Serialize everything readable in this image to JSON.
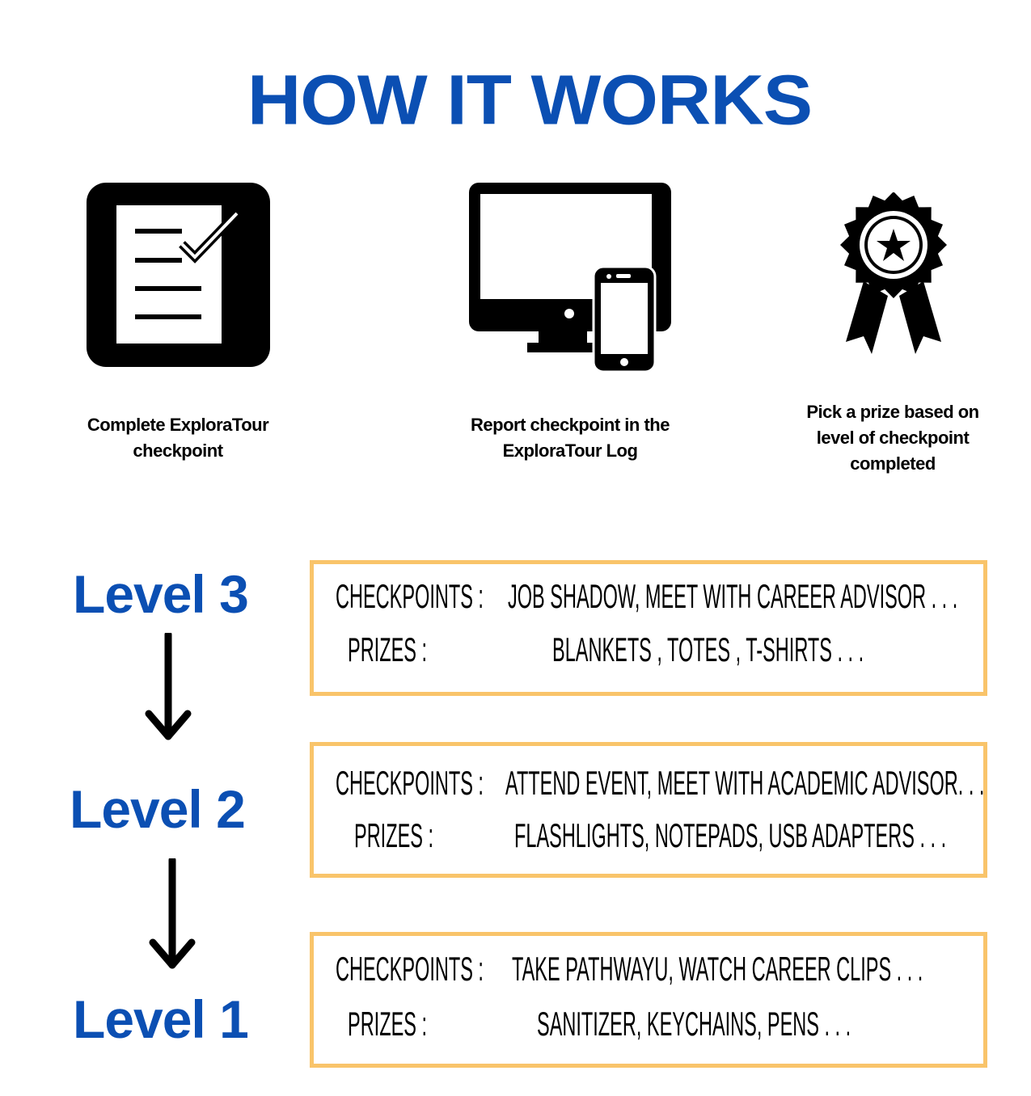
{
  "title": "HOW IT WORKS",
  "steps": [
    {
      "icon": "checklist-icon",
      "caption_lines": [
        "Complete ExploraTour",
        "checkpoint"
      ]
    },
    {
      "icon": "devices-icon",
      "caption_lines": [
        "Report checkpoint in the",
        "ExploraTour Log"
      ]
    },
    {
      "icon": "award-ribbon-icon",
      "caption_lines": [
        "Pick a prize based on",
        "level of  checkpoint",
        "completed"
      ]
    }
  ],
  "levels": [
    {
      "label": "Level 3",
      "checkpoints_label": "CHECKPOINTS :",
      "checkpoints": "JOB SHADOW, MEET WITH CAREER ADVISOR . . .",
      "prizes_label": "PRIZES :",
      "prizes": "BLANKETS , TOTES , T-SHIRTS . . ."
    },
    {
      "label": "Level 2",
      "checkpoints_label": "CHECKPOINTS :",
      "checkpoints": "ATTEND EVENT, MEET WITH ACADEMIC ADVISOR. . .",
      "prizes_label": "PRIZES :",
      "prizes": "FLASHLIGHTS, NOTEPADS, USB ADAPTERS . . ."
    },
    {
      "label": "Level 1",
      "checkpoints_label": "CHECKPOINTS :",
      "checkpoints": "TAKE PATHWAYU, WATCH CAREER CLIPS . . .",
      "prizes_label": "PRIZES :",
      "prizes": "SANITIZER, KEYCHAINS, PENS . . ."
    }
  ],
  "colors": {
    "title_blue": "#0b4fb3",
    "box_border": "#f9c46a"
  }
}
